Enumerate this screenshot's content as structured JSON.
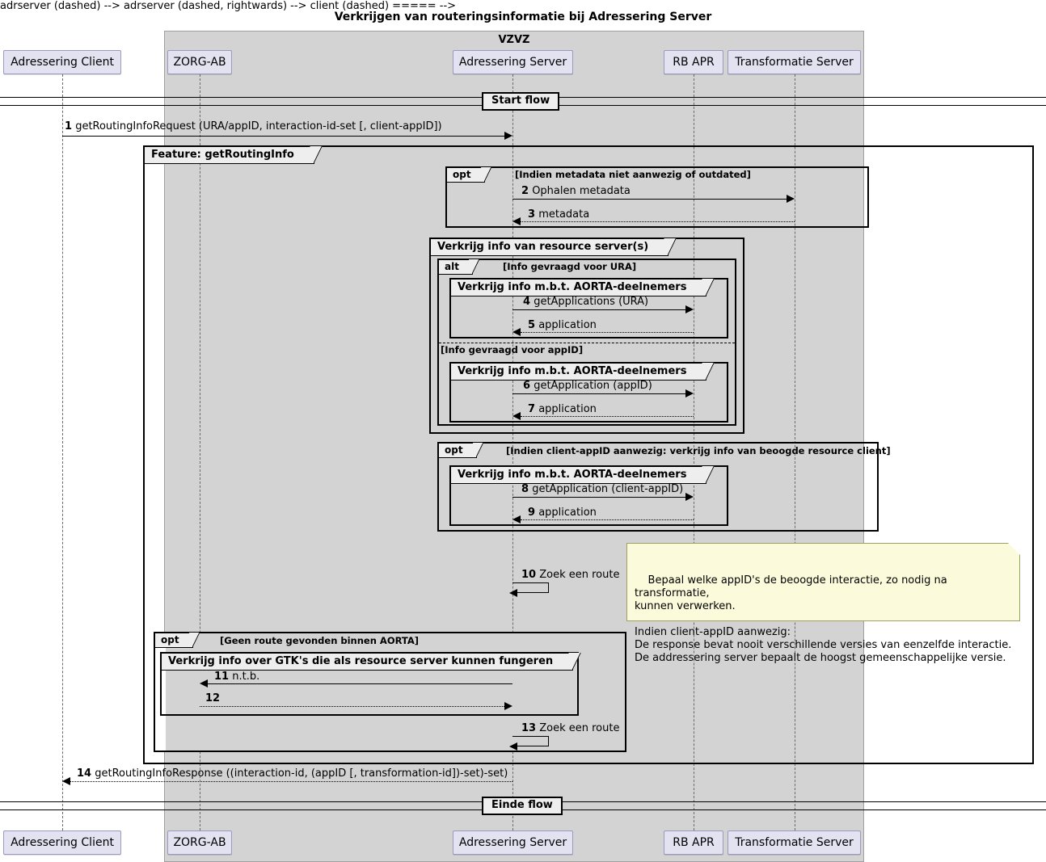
{
  "title": "Verkrijgen van routeringsinformatie bij Adressering Server",
  "group": {
    "label": "VZVZ"
  },
  "participants": [
    {
      "id": "client",
      "label": "Adressering Client"
    },
    {
      "id": "zorgab",
      "label": "ZORG-AB"
    },
    {
      "id": "adrserver",
      "label": "Adressering Server"
    },
    {
      "id": "rbapr",
      "label": "RB APR"
    },
    {
      "id": "transerver",
      "label": "Transformatie Server"
    }
  ],
  "dividers": [
    {
      "id": "start",
      "label": "Start flow"
    },
    {
      "id": "end",
      "label": "Einde flow"
    }
  ],
  "frames": {
    "feature": {
      "type": "feature",
      "label": "Feature: getRoutingInfo",
      "condition": ""
    },
    "opt_metadata": {
      "type": "opt",
      "label": "opt",
      "condition": "[Indien metadata niet aanwezig of outdated]"
    },
    "group_resource": {
      "type": "group",
      "label": "Verkrijg info van resource server(s)"
    },
    "alt_info": {
      "type": "alt",
      "label": "alt",
      "condition": "[Info gevraagd voor URA]",
      "else_condition": "[Info gevraagd voor appID]"
    },
    "group_aorta_1": {
      "type": "group",
      "label": "Verkrijg info m.b.t. AORTA-deelnemers"
    },
    "group_aorta_2": {
      "type": "group",
      "label": "Verkrijg info m.b.t. AORTA-deelnemers"
    },
    "opt_clientappid": {
      "type": "opt",
      "label": "opt",
      "condition": "[Indien client-appID aanwezig: verkrijg info van beoogde resource client]"
    },
    "group_aorta_3": {
      "type": "group",
      "label": "Verkrijg info m.b.t. AORTA-deelnemers"
    },
    "opt_noroute": {
      "type": "opt",
      "label": "opt",
      "condition": "[Geen route gevonden binnen AORTA]"
    },
    "group_gtk": {
      "type": "group",
      "label": "Verkrijg info over GTK's die als resource server kunnen fungeren"
    }
  },
  "messages": [
    {
      "num": "1",
      "text": "getRoutingInfoRequest (URA/appID, interaction-id-set [, client-appID])"
    },
    {
      "num": "2",
      "text": "Ophalen metadata"
    },
    {
      "num": "3",
      "text": "metadata"
    },
    {
      "num": "4",
      "text": "getApplications (URA)"
    },
    {
      "num": "5",
      "text": "application"
    },
    {
      "num": "6",
      "text": "getApplication (appID)"
    },
    {
      "num": "7",
      "text": "application"
    },
    {
      "num": "8",
      "text": "getApplication (client-appID)"
    },
    {
      "num": "9",
      "text": "application"
    },
    {
      "num": "10",
      "text": "Zoek een route"
    },
    {
      "num": "11",
      "text": "n.t.b."
    },
    {
      "num": "12",
      "text": ""
    },
    {
      "num": "13",
      "text": "Zoek een route"
    },
    {
      "num": "14",
      "text": "getRoutingInfoResponse ((interaction-id, (appID [, transformation-id])-set)-set)"
    }
  ],
  "note": {
    "text": "Bepaal welke appID's de beoogde interactie, zo nodig na transformatie,\nkunnen verwerken.\n\nIndien client-appID aanwezig:\nDe response bevat nooit verschillende versies van eenzelfde interactie.\nDe addressering server bepaalt de hoogst gemeenschappelijke versie."
  },
  "colors": {
    "participant_fill": "#E2E2F0",
    "group_fill": "#D3D3D3",
    "note_fill": "#FBFBDB",
    "frame_label_fill": "#EEEEEE"
  }
}
